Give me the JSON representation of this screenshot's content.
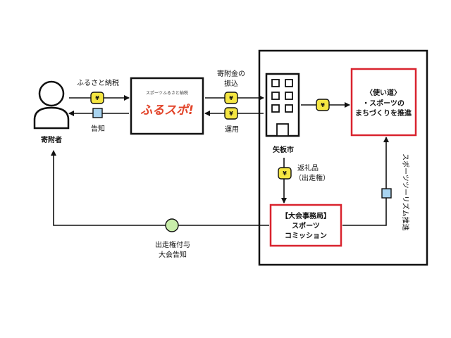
{
  "donor": {
    "label": "寄附者"
  },
  "furusato": {
    "tagline": "スポーツふるさと納税",
    "logo_text": "ふるスポ!"
  },
  "city": {
    "label": "矢板市"
  },
  "goal_box": {
    "line1": "〈使い道〉",
    "line2": "・スポーツの",
    "line3": "まちづくりを推進"
  },
  "office_box": {
    "line1": "【大会事務局】",
    "line2": "スポーツ",
    "line3": "コミッション"
  },
  "flows": {
    "furusato_tax": "ふるさと納税",
    "notice": "告知",
    "donation_transfer_1": "寄附金の",
    "donation_transfer_2": "振込",
    "operation": "運用",
    "gift_1": "返礼品",
    "gift_2": "（出走権）",
    "tourism": "スポーツツーリズム推進",
    "bottom_1": "出走権付与",
    "bottom_2": "大会告知"
  },
  "coin_symbol": "¥",
  "colors": {
    "coin": "#f5e642",
    "doc": "#a9d4f0",
    "circle": "#c9eeaa",
    "red": "#d9232e"
  }
}
